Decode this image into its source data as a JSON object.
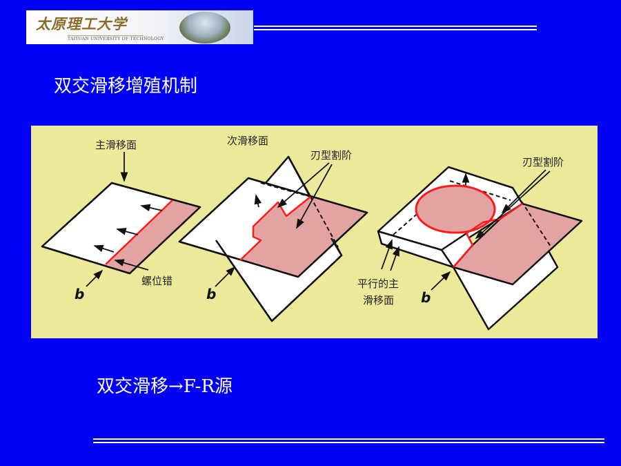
{
  "logo": {
    "name_cn": "太原理工大学",
    "name_en": "TAIYUAN UNIVERSITY OF TECHNOLOGY"
  },
  "title": "双交滑移增殖机制",
  "figure": {
    "primary_slip_plane": "主滑移面",
    "screw_dislocation": "螺位错",
    "secondary_slip_plane": "次滑移面",
    "edge_jog_1": "刃型割阶",
    "edge_jog_2": "刃型割阶",
    "parallel_primary_line1": "平行的主",
    "parallel_primary_line2": "滑移面",
    "burgers_vector": "b",
    "colors": {
      "background": "#ede99b",
      "slipped_region": "#e4a3a3",
      "dislocation": "#ff1a1a"
    }
  },
  "caption": "双交滑移→F-R源"
}
